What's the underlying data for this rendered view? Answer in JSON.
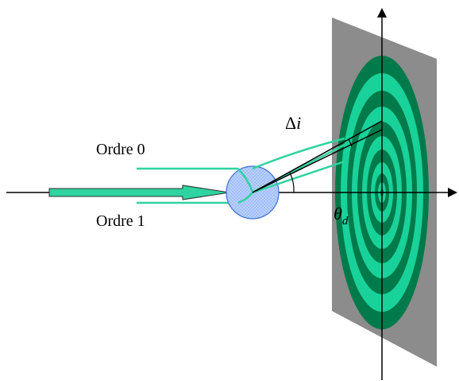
{
  "labels": {
    "order_0": "Ordre 0",
    "order_1": "Ordre 1",
    "delta_symbol": "Δ",
    "delta_var": "i",
    "theta_symbol": "θ",
    "theta_sub": "d"
  },
  "colors": {
    "screen": "#8c8c8c",
    "ring_dark": "#007a4a",
    "ring_light": "#19d29a",
    "ray": "#2ed3a0",
    "drop_fill": "#a8c4ff",
    "drop_stroke": "#3f6fd0",
    "axis": "#000000"
  },
  "icons": {
    "drop": "water-droplet",
    "screen": "observation-screen",
    "beam": "incident-arrow"
  }
}
